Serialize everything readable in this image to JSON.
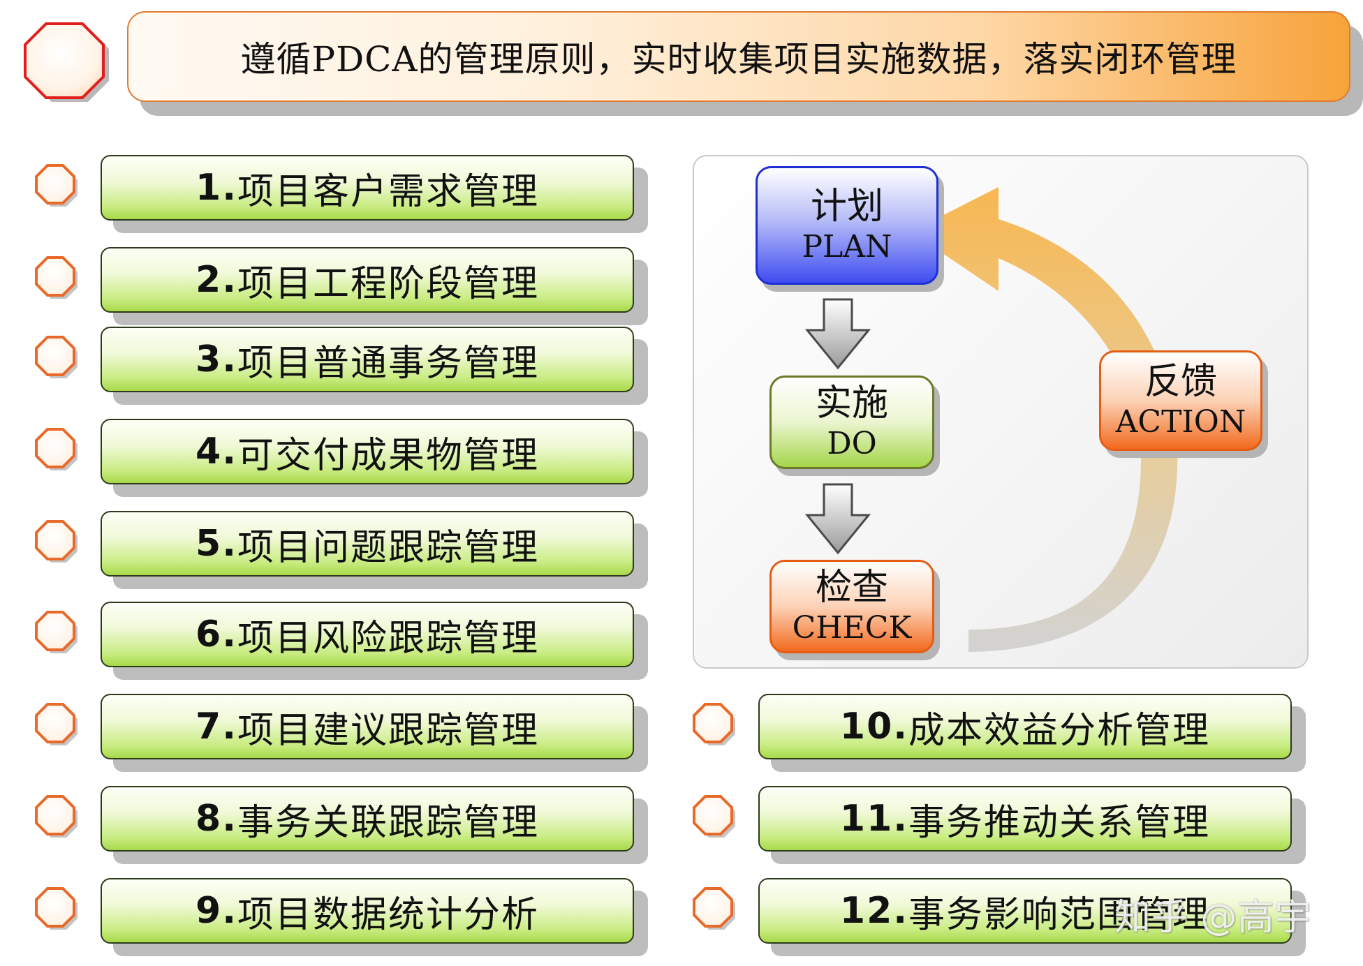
{
  "header": {
    "title": "遵循PDCA的管理原则，实时收集项目实施数据，落实闭环管理"
  },
  "items": [
    {
      "num": "1.",
      "label": "项目客户需求管理"
    },
    {
      "num": "2.",
      "label": "项目工程阶段管理"
    },
    {
      "num": "3.",
      "label": "项目普通事务管理"
    },
    {
      "num": "4.",
      "label": "可交付成果物管理"
    },
    {
      "num": "5.",
      "label": "项目问题跟踪管理"
    },
    {
      "num": "6.",
      "label": "项目风险跟踪管理"
    },
    {
      "num": "7.",
      "label": "项目建议跟踪管理"
    },
    {
      "num": "8.",
      "label": "事务关联跟踪管理"
    },
    {
      "num": "9.",
      "label": "项目数据统计分析"
    },
    {
      "num": "10.",
      "label": "成本效益分析管理"
    },
    {
      "num": "11.",
      "label": "事务推动关系管理"
    },
    {
      "num": "12.",
      "label": "事务影响范围管理"
    }
  ],
  "pdca": {
    "plan": {
      "cn": "计划",
      "en": "PLAN"
    },
    "do": {
      "cn": "实施",
      "en": "DO"
    },
    "check": {
      "cn": "检查",
      "en": "CHECK"
    },
    "action": {
      "cn": "反馈",
      "en": "ACTION"
    }
  },
  "watermark": "知乎 @高宇",
  "colors": {
    "item_green": "#a7d94a",
    "plan_blue": "#3f4df0",
    "check_orange": "#f26a1f",
    "octagon_stroke": "#e86a2a",
    "header_stroke": "#e21d1d"
  }
}
